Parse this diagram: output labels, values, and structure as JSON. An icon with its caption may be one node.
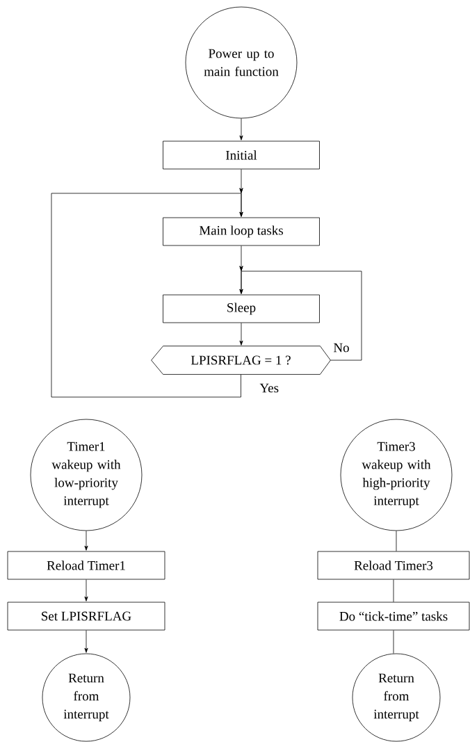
{
  "diagram": {
    "nodes": [
      {
        "text": [
          "Power up to main function"
        ]
      },
      {
        "text": [
          "Initial"
        ]
      },
      {
        "text": [
          "Main loop tasks"
        ]
      },
      {
        "text": [
          "Sleep"
        ]
      },
      {
        "text": [
          "LPISRFLAG = 1 ?"
        ]
      },
      {
        "text": [
          "Timer1 wakeup with low-priority interrupt"
        ]
      },
      {
        "text": [
          "Reload Timer1"
        ]
      },
      {
        "text": [
          "Set LPISRFLAG"
        ]
      },
      {
        "text": [
          "Return from interrupt"
        ]
      },
      {
        "text": [
          "Timer3 wakeup with high-priority interrupt"
        ]
      },
      {
        "text": [
          "Reload Timer3"
        ]
      },
      {
        "text": [
          "Do “tick-time” tasks"
        ]
      },
      {
        "text": [
          "Return from interrupt"
        ]
      }
    ],
    "edges": [
      {
        "from": 0,
        "to": 1,
        "arrow": "to"
      },
      {
        "from": 1,
        "to": 2,
        "arrow": "to"
      },
      {
        "from": 4,
        "to": 2,
        "arrow": "to",
        "label": "Yes"
      },
      {
        "from": 2,
        "to": 3,
        "arrow": "to"
      },
      {
        "from": 4,
        "to": 3,
        "arrow": "to",
        "label": "No"
      },
      {
        "from": 3,
        "to": 4,
        "arrow": "to"
      },
      {
        "from": 5,
        "to": 6,
        "arrow": "to"
      },
      {
        "from": 6,
        "to": 7,
        "arrow": "to"
      },
      {
        "from": 7,
        "to": 8,
        "arrow": "to"
      },
      {
        "from": 9,
        "to": 10,
        "arrow": "none"
      },
      {
        "from": 10,
        "to": 11,
        "arrow": "none"
      },
      {
        "from": 11,
        "to": 12,
        "arrow": "none"
      }
    ]
  }
}
